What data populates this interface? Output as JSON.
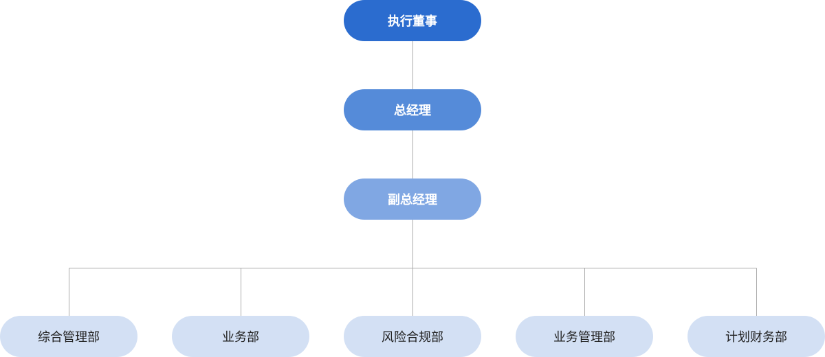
{
  "org_chart": {
    "executive_director": {
      "label": "执行董事"
    },
    "general_manager": {
      "label": "总经理"
    },
    "deputy_general_manager": {
      "label": "副总经理"
    },
    "departments": [
      {
        "label": "综合管理部"
      },
      {
        "label": "业务部"
      },
      {
        "label": "风险合规部"
      },
      {
        "label": "业务管理部"
      },
      {
        "label": "计划财务部"
      }
    ]
  },
  "colors": {
    "level_1": "#2b6ccf",
    "level_2": "#558bd9",
    "level_3": "#80a7e3",
    "department": "#d3e0f4",
    "connector": "#aaaaaa"
  }
}
